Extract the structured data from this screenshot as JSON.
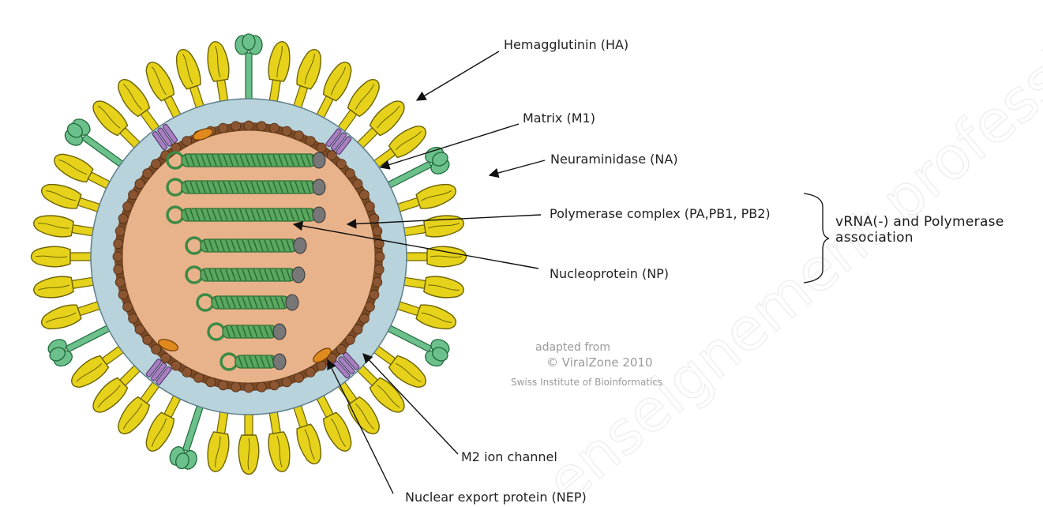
{
  "labels": {
    "hemagglutinin": "Hemagglutinin (HA)",
    "matrix": "Matrix (M1)",
    "neuraminidase": "Neuraminidase (NA)",
    "polymerase": "Polymerase complex (PA,PB1, PB2)",
    "nucleoprotein": "Nucleoprotein (NP)",
    "m2_channel": "M2 ion channel",
    "nep": "Nuclear export protein (NEP)"
  },
  "bracket_note": {
    "line1": "vRNA(-) and Polymerase",
    "line2": "association"
  },
  "credit": {
    "line1": "adapted from",
    "line2": "© ViralZone 2010",
    "line3": "Swiss Institute of Bioinformatics"
  },
  "watermark": "enseignement professionnel",
  "colors": {
    "core_fill": "#e8b38a",
    "matrix_layer": "#7a4a26",
    "membrane": "#b9d3dc",
    "hemagglutinin": "#e6d21a",
    "neuraminidase": "#6cc08b",
    "m2_channel": "#a77fc0",
    "nep": "#e08a1e",
    "rnp": "#5aa860",
    "polymerase": "#777777"
  }
}
